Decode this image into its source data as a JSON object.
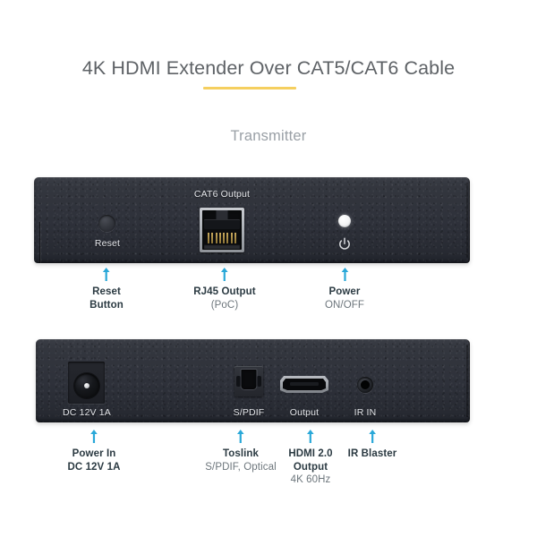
{
  "header": {
    "title": "4K HDMI Extender Over CAT5/CAT6 Cable",
    "subtitle": "Transmitter",
    "underline_color": "#f5cf5f",
    "title_color": "#5e6266",
    "subtitle_color": "#9aa0a6"
  },
  "theme": {
    "callout_arrow_color": "#2aa8d8",
    "callout_text_color": "#2b3a42",
    "callout_subtext_color": "#6d767c",
    "chassis_color": "#2e313a",
    "background": "#ffffff"
  },
  "devices": [
    {
      "view": "front-panel",
      "silkscreen": [
        {
          "name": "cat6-output-silk",
          "text": "CAT6 Output"
        },
        {
          "name": "reset-silk",
          "text": "Reset"
        }
      ],
      "ports": [
        {
          "name": "reset-button",
          "icon": "circle-button-icon"
        },
        {
          "name": "rj45-port",
          "icon": "rj45-jack-icon"
        },
        {
          "name": "power-led",
          "icon": "led-indicator-icon"
        },
        {
          "name": "power-symbol",
          "icon": "power-symbol-icon"
        }
      ],
      "callouts": [
        {
          "name": "callout-reset-button",
          "line1": "Reset",
          "line2": "Button",
          "line3": ""
        },
        {
          "name": "callout-rj45-output",
          "line1": "RJ45 Output",
          "line2": "(PoC)",
          "line3": ""
        },
        {
          "name": "callout-power",
          "line1": "Power",
          "line2": "ON/OFF",
          "line3": ""
        }
      ]
    },
    {
      "view": "rear-panel",
      "silkscreen": [
        {
          "name": "dc-silk",
          "text": "DC 12V 1A"
        },
        {
          "name": "spdif-silk",
          "text": "S/PDIF"
        },
        {
          "name": "output-silk",
          "text": "Output"
        },
        {
          "name": "ir-in-silk",
          "text": "IR IN"
        }
      ],
      "ports": [
        {
          "name": "dc-power-jack",
          "icon": "dc-barrel-jack-icon"
        },
        {
          "name": "toslink-port",
          "icon": "optical-toslink-icon"
        },
        {
          "name": "hdmi-port",
          "icon": "hdmi-port-icon"
        },
        {
          "name": "ir-in-jack",
          "icon": "audio-jack-icon"
        }
      ],
      "callouts": [
        {
          "name": "callout-power-in",
          "line1": "Power In",
          "line2": "DC 12V 1A",
          "line3": ""
        },
        {
          "name": "callout-toslink",
          "line1": "Toslink",
          "line2": "S/PDIF, Optical",
          "line3": ""
        },
        {
          "name": "callout-hdmi-output",
          "line1": "HDMI 2.0",
          "line2": "Output",
          "line3": "4K 60Hz"
        },
        {
          "name": "callout-ir-blaster",
          "line1": "IR Blaster",
          "line2": "",
          "line3": ""
        }
      ]
    }
  ]
}
